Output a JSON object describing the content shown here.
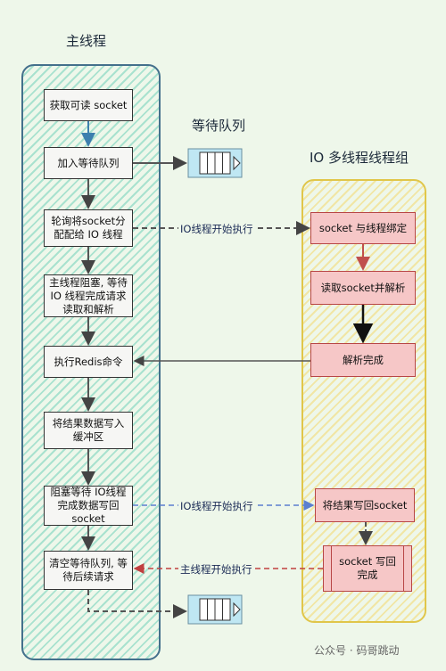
{
  "titles": {
    "main_thread": "主线程",
    "queue": "等待队列",
    "io_group": "IO 多线程线程组"
  },
  "main_steps": [
    "获取可读 socket",
    "加入等待队列",
    "轮询将socket分配配给 IO 线程",
    "主线程阻塞, 等待 IO 线程完成请求读取和解析",
    "执行Redis命令",
    "将结果数据写入缓冲区",
    "阻塞等待 IO线程完成数据写回socket",
    "清空等待队列, 等待后续请求"
  ],
  "io_steps": [
    "socket 与线程绑定",
    "读取socket并解析",
    "解析完成",
    "将结果写回socket",
    "socket 写回完成"
  ],
  "edge_labels": {
    "io_start_1": "IO线程开始执行",
    "io_start_2": "IO线程开始执行",
    "main_start": "主线程开始执行"
  },
  "watermark": "公众号 · 码哥跳动",
  "colors": {
    "main_arrow": "#3d7fae",
    "io_arrow": "#c0504d",
    "gray_arrow": "#555555",
    "blue_dashed": "#5b7fcf",
    "red_dashed": "#c04040"
  }
}
